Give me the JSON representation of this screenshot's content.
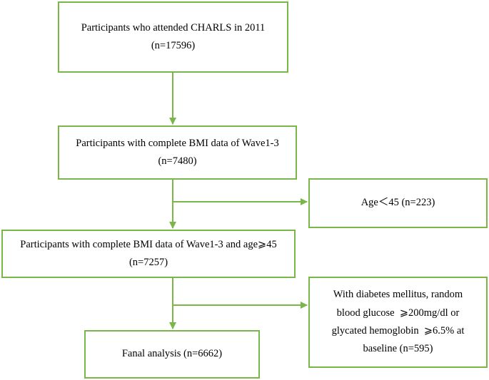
{
  "flowchart": {
    "box1": {
      "line1": "Participants who attended CHARLS in 2011",
      "line2": "(n=17596)"
    },
    "box2": {
      "line1": "Participants with complete BMI data of Wave1-3",
      "line2": "(n=7480)"
    },
    "exclusion1": {
      "line1": "Age＜45 (n=223)"
    },
    "box3": {
      "line1": "Participants with complete BMI data of Wave1-3 and age⩾45",
      "line2": "(n=7257)"
    },
    "exclusion2": {
      "line1": "With diabetes mellitus, random",
      "line2": "blood glucose  ⩾200mg/dl or",
      "line3": "glycated hemoglobin  ⩾6.5% at",
      "line4": "baseline (n=595)"
    },
    "box4": {
      "line1": "Fanal analysis (n=6662)"
    }
  },
  "colors": {
    "border": "#7ab648",
    "arrow": "#7ab648"
  }
}
